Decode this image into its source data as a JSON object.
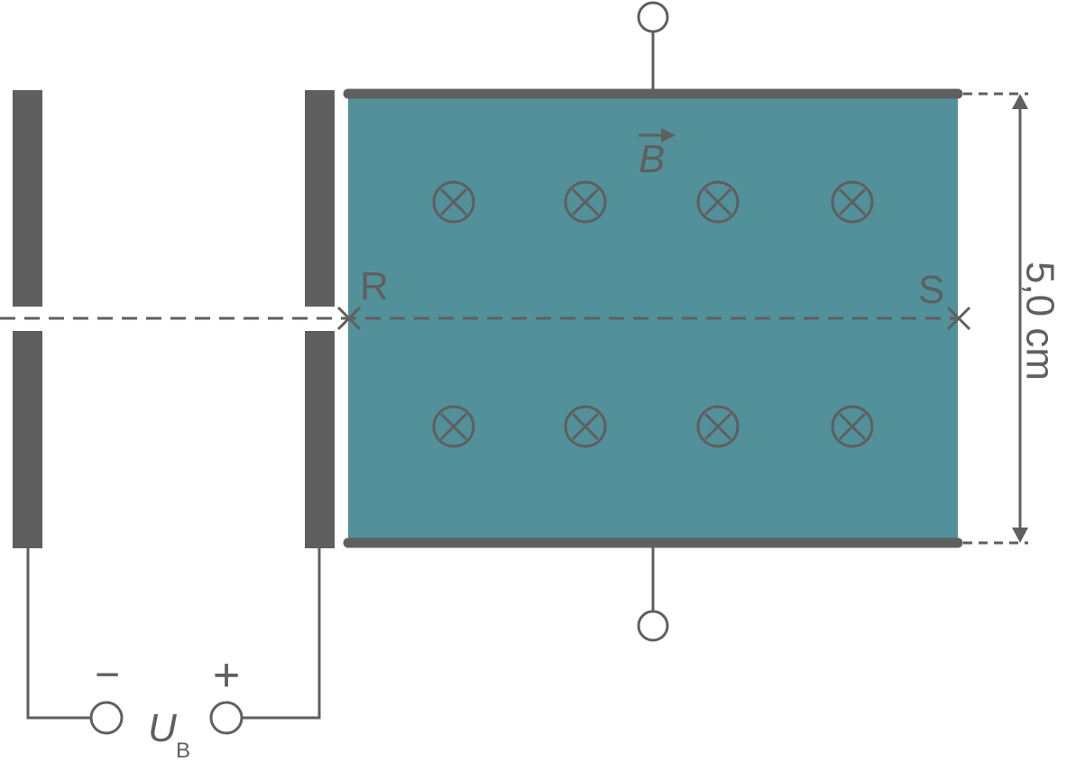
{
  "labels": {
    "point_r": "R",
    "point_s": "S",
    "field_symbol": "B",
    "distance": "5,0 cm",
    "voltage_symbol": "U",
    "voltage_subscript": "B",
    "minus_sign": "−",
    "plus_sign": "+"
  },
  "field": {
    "direction": "into-page",
    "symbol_icon": "circle-cross-icon",
    "rows": 2,
    "columns": 4
  },
  "colors": {
    "field_region": "#52919a",
    "plates_and_wires": "#5f5f5f",
    "background": "#ffffff"
  }
}
